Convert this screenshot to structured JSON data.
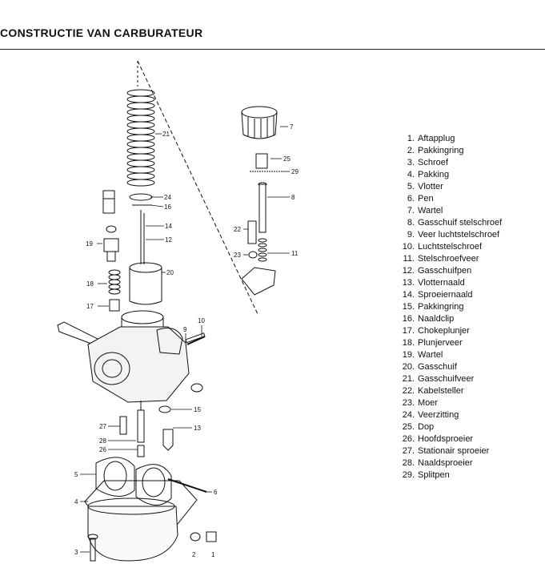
{
  "header": {
    "title": "CONSTRUCTIE VAN CARBURATEUR"
  },
  "legend": [
    {
      "num": "1.",
      "label": "Aftapplug"
    },
    {
      "num": "2.",
      "label": "Pakkingring"
    },
    {
      "num": "3.",
      "label": "Schroef"
    },
    {
      "num": "4.",
      "label": "Pakking"
    },
    {
      "num": "5.",
      "label": "Vlotter"
    },
    {
      "num": "6.",
      "label": "Pen"
    },
    {
      "num": "7.",
      "label": "Wartel"
    },
    {
      "num": "8.",
      "label": "Gasschuif stelschroef"
    },
    {
      "num": "9.",
      "label": "Veer luchtstelschroef"
    },
    {
      "num": "10.",
      "label": "Luchtstelschroef"
    },
    {
      "num": "11.",
      "label": "Stelschroefveer"
    },
    {
      "num": "12.",
      "label": "Gasschuifpen"
    },
    {
      "num": "13.",
      "label": "Vlotternaald"
    },
    {
      "num": "14.",
      "label": "Sproeiernaald"
    },
    {
      "num": "15.",
      "label": "Pakkingring"
    },
    {
      "num": "16.",
      "label": "Naaldclip"
    },
    {
      "num": "17.",
      "label": "Chokeplunjer"
    },
    {
      "num": "18.",
      "label": "Plunjerveer"
    },
    {
      "num": "19.",
      "label": "Wartel"
    },
    {
      "num": "20.",
      "label": "Gasschuif"
    },
    {
      "num": "21.",
      "label": "Gasschuifveer"
    },
    {
      "num": "22.",
      "label": "Kabelsteller"
    },
    {
      "num": "23.",
      "label": "Moer"
    },
    {
      "num": "24.",
      "label": "Veerzitting"
    },
    {
      "num": "25.",
      "label": "Dop"
    },
    {
      "num": "26.",
      "label": "Hoofdsproeier"
    },
    {
      "num": "27.",
      "label": "Stationair sproeier"
    },
    {
      "num": "28.",
      "label": "Naaldsproeier"
    },
    {
      "num": "29.",
      "label": "Splitpen"
    }
  ],
  "callouts": [
    "1",
    "2",
    "3",
    "4",
    "5",
    "6",
    "7",
    "8",
    "9",
    "10",
    "11",
    "12",
    "13",
    "14",
    "15",
    "16",
    "17",
    "18",
    "19",
    "20",
    "21",
    "22",
    "23",
    "24",
    "25",
    "26",
    "27",
    "28",
    "29"
  ]
}
